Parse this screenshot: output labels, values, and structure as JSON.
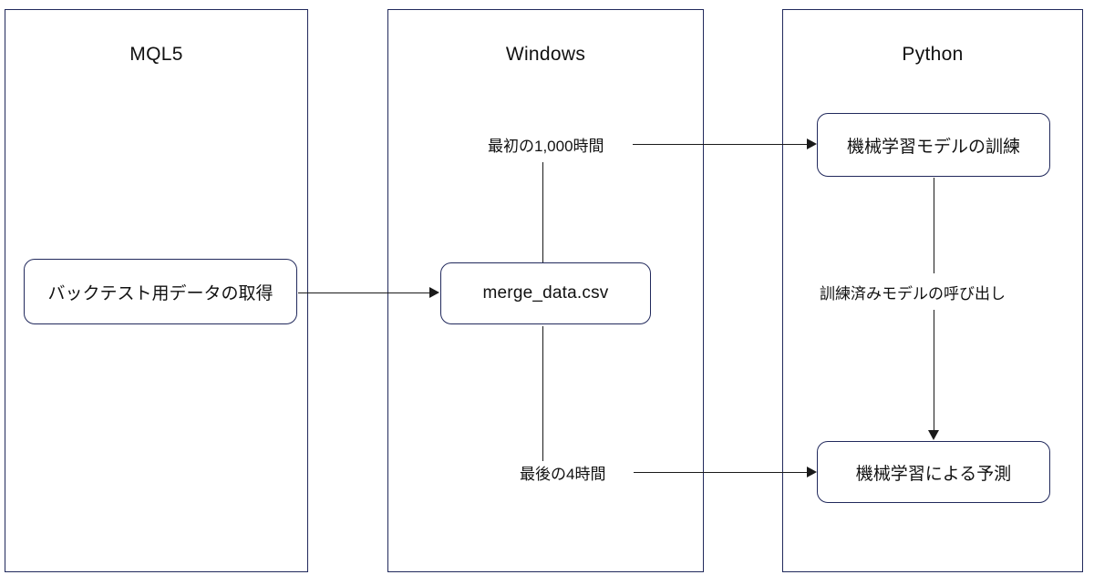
{
  "diagram": {
    "title": "MQL5 / Windows / Python backtest data flow",
    "lanes": [
      {
        "id": "mql5",
        "title": "MQL5"
      },
      {
        "id": "windows",
        "title": "Windows"
      },
      {
        "id": "python",
        "title": "Python"
      }
    ],
    "nodes": [
      {
        "id": "fetch_backtest_data",
        "label": "バックテスト用データの取得"
      },
      {
        "id": "merge_csv",
        "label": "merge_data.csv"
      },
      {
        "id": "train_model",
        "label": "機械学習モデルの訓練"
      },
      {
        "id": "predict",
        "label": "機械学習による予測"
      }
    ],
    "edge_labels": [
      {
        "id": "first_1000_hours",
        "label": "最初の1,000時間"
      },
      {
        "id": "last_4_hours",
        "label": "最後の4時間"
      },
      {
        "id": "load_trained_model",
        "label": "訓練済みモデルの呼び出し"
      }
    ],
    "colors": {
      "lane_border": "#21295c",
      "node_border": "#21295c",
      "connector": "#1a1a1a",
      "background": "#ffffff",
      "text": "#111111"
    }
  }
}
